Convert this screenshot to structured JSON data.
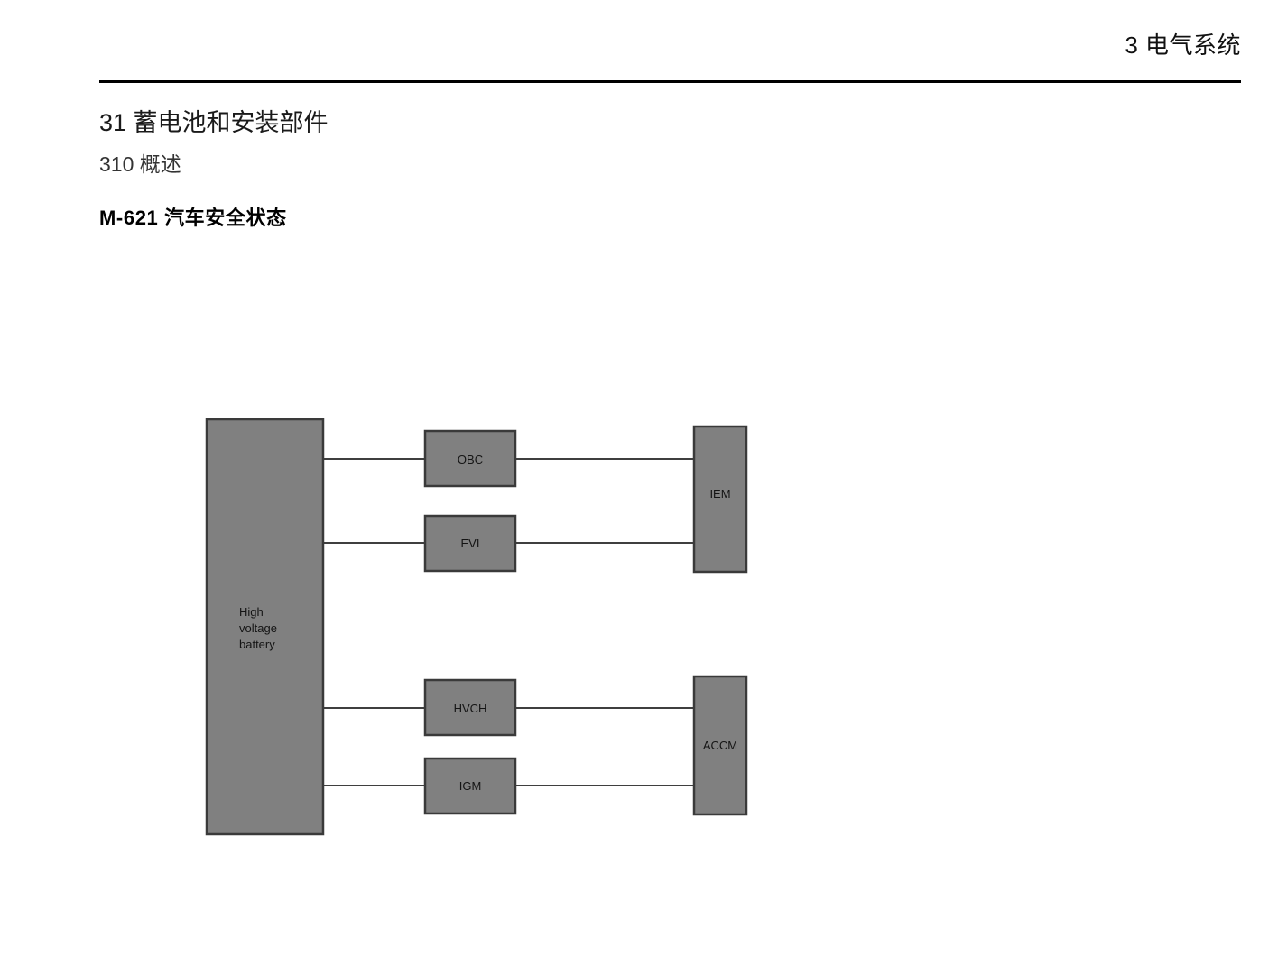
{
  "header": {
    "chapter": "3 电气系统"
  },
  "titles": {
    "section": "31 蓄电池和安装部件",
    "subsection": "310 概述",
    "block": "M-621 汽车安全状态"
  },
  "diagram": {
    "nodes": {
      "battery_line1": "High",
      "battery_line2": "voltage",
      "battery_line3": "battery",
      "obc": "OBC",
      "evi": "EVI",
      "hvch": "HVCH",
      "igm": "IGM",
      "iem": "IEM",
      "accm": "ACCM"
    },
    "colors": {
      "node_fill": "#808080",
      "node_stroke": "#3a3a3a",
      "line": "#3f3f3f",
      "label": "#141414"
    }
  }
}
